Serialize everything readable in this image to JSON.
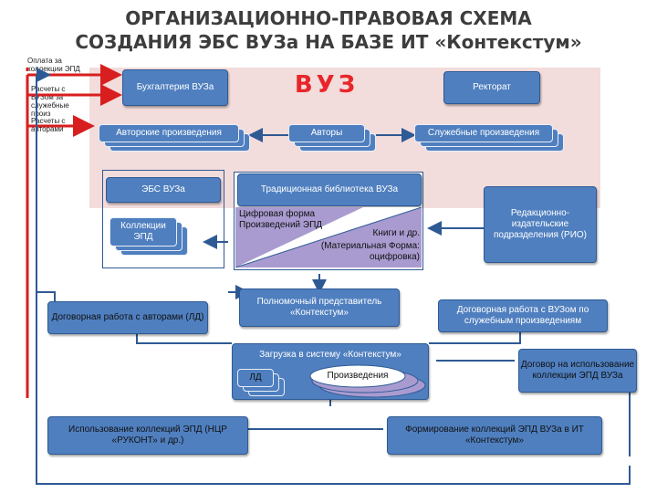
{
  "title": {
    "line1": "ОРГАНИЗАЦИОННО-ПРАВОВАЯ СХЕМА",
    "line2": "СОЗДАНИЯ ЭБС ВУЗа НА БАЗЕ ИТ «Контекстум»"
  },
  "left_labels": {
    "payment": "Оплата за коллекции ЭПД",
    "settle_vuz": "Расчеты с ВУЗом за служебные произ",
    "settle_authors": "Расчеты с авторами"
  },
  "vuz": "ВУЗ",
  "boxes": {
    "accounting": "Бухгалтерия ВУЗа",
    "rectorate": "Ректорат",
    "author_works": "Авторские произведения",
    "authors": "Авторы",
    "service_works": "Служебные произведения",
    "ebs": "ЭБС ВУЗа",
    "collections": "Коллекции ЭПД",
    "traditional_library": "Традиционная библиотека ВУЗа",
    "digital_form": "Цифровая форма Произведений ЭПД",
    "books": "Книги и др.",
    "material_form": "(Материальная Форма: оцифровка)",
    "rio": "Редакционно-издательские подразделения (РИО)",
    "representative": "Полномочный представитель «Контекстум»",
    "contract_authors": "Договорная работа с авторами (ЛД)",
    "contract_vuz": "Договорная работа с ВУЗом по служебным произведениям",
    "upload": "Загрузка в систему «Контекстум»",
    "ld": "ЛД",
    "works": "Произведения",
    "contract_usage": "Договор на использование коллекции ЭПД ВУЗа",
    "usage": "Использование коллекций ЭПД (НЦР «РУКОНТ» и др.)",
    "formation": "Формирование коллекций ЭПД ВУЗа в ИТ «Контекстум»"
  },
  "colors": {
    "box": "#4f7fbf",
    "panel": "#f3dcdc",
    "red": "#d81e1e",
    "purple": "#a99bd0"
  }
}
